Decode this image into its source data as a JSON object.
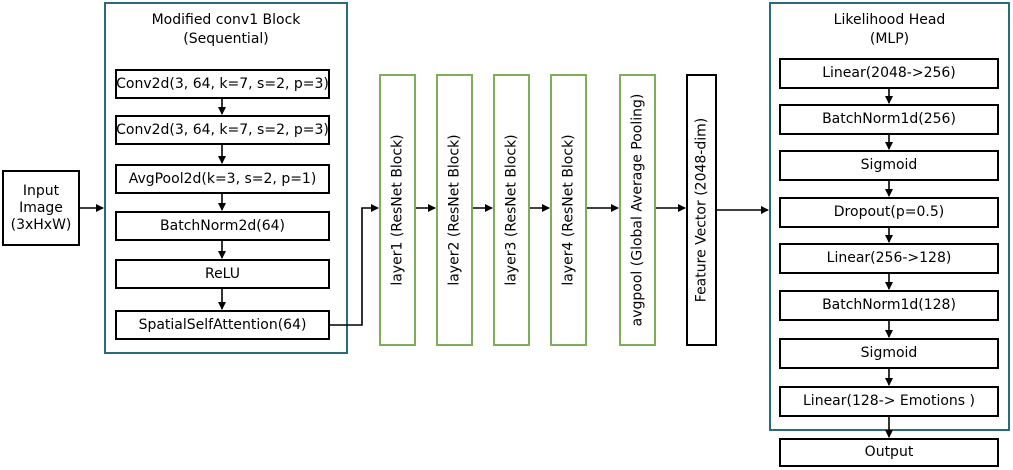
{
  "input": {
    "label_lines": [
      "Input",
      "Image",
      "(3xHxW)"
    ]
  },
  "conv1_block": {
    "title": "Modified conv1 Block",
    "subtitle": "(Sequential)",
    "layers": [
      "Conv2d(3, 64, k=7, s=2, p=3)",
      "Conv2d(3, 64, k=7, s=2, p=3)",
      "AvgPool2d(k=3, s=2, p=1)",
      "BatchNorm2d(64)",
      "ReLU",
      "SpatialSelfAttention(64)"
    ]
  },
  "resnet_layers": [
    "layer1 (ResNet Block)",
    "layer2 (ResNet Block)",
    "layer3 (ResNet Block)",
    "layer4 (ResNet Block)",
    "avgpool (Global Average Pooling)"
  ],
  "feature_vector": {
    "label": "Feature Vector (2048-dim)"
  },
  "likelihood_head": {
    "title": "Likelihood Head",
    "subtitle": "(MLP)",
    "layers": [
      "Linear(2048->256)",
      "BatchNorm1d(256)",
      "Sigmoid",
      "Dropout(p=0.5)",
      "Linear(256->128)",
      "BatchNorm1d(128)",
      "Sigmoid",
      "Linear(128-> Emotions )"
    ]
  },
  "output": {
    "label": "Output"
  },
  "colors": {
    "container_border": "#2a6a7e",
    "resnet_border": "#7fae5a",
    "box_border": "#000000"
  }
}
